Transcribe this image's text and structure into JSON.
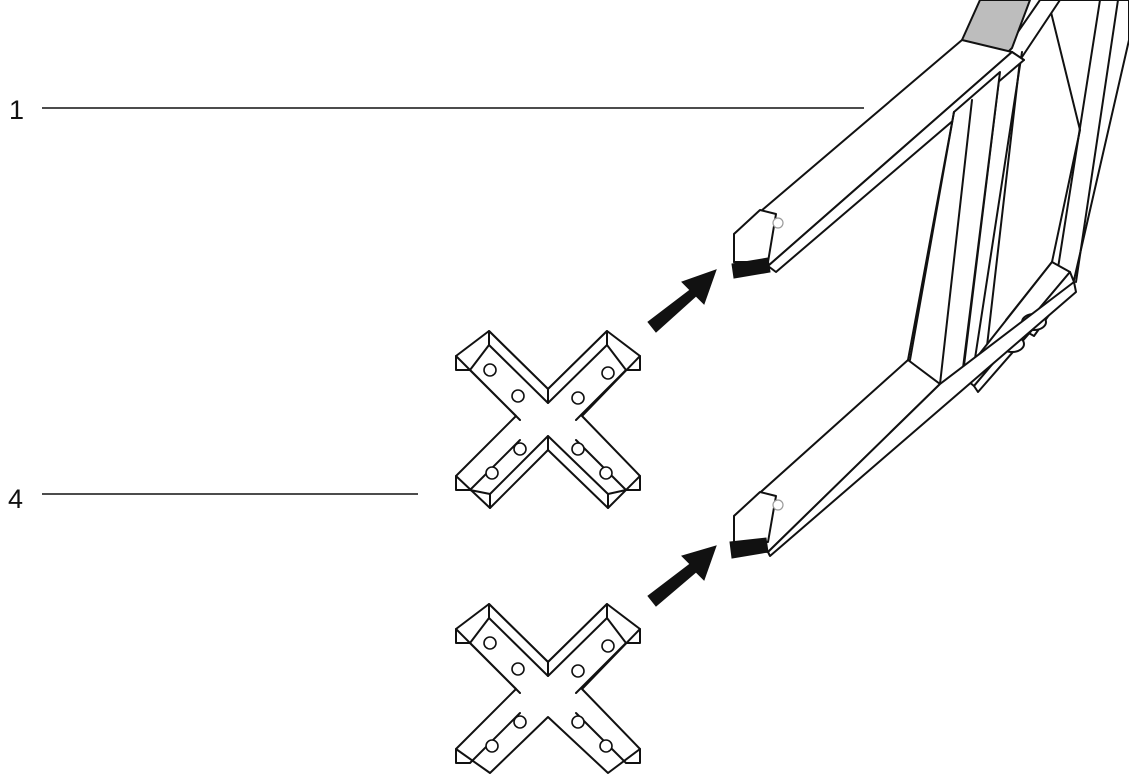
{
  "callouts": [
    {
      "number": "1",
      "refers_to": "chair-leg-frame"
    },
    {
      "number": "4",
      "refers_to": "cross-foot-pads"
    }
  ],
  "colors": {
    "line": "#111111",
    "background": "#ffffff",
    "backrest_shade": "#bdbdbd",
    "leg_cap": "#111111"
  },
  "icons": {
    "arrow": "arrow-up-right-icon",
    "foot_pad": "cross-foot-pad-icon",
    "screw_hole": "screw-hole-icon"
  }
}
